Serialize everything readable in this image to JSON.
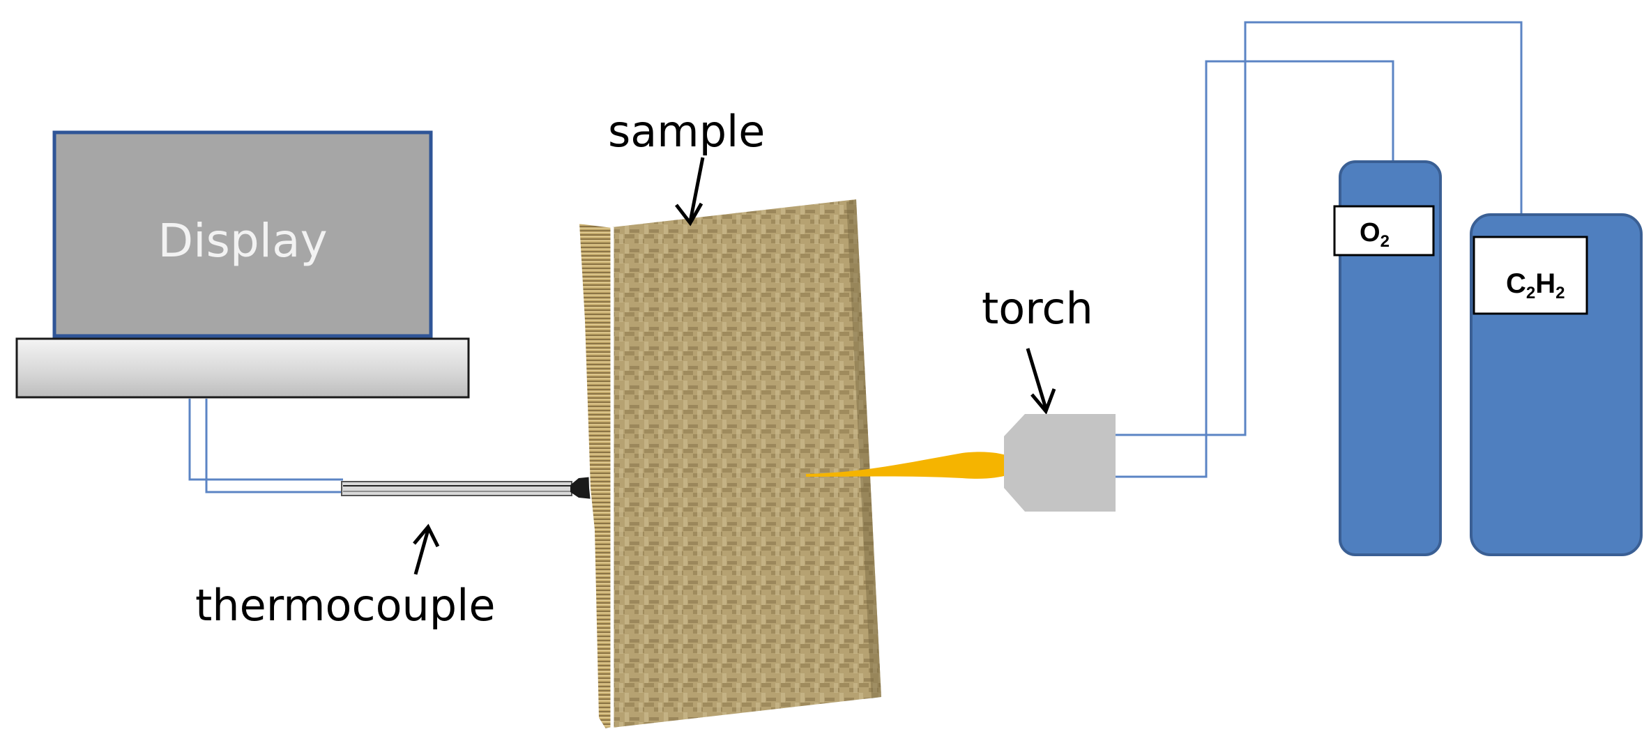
{
  "labels": {
    "display": "Display",
    "sample": "sample",
    "torch": "torch",
    "thermocouple": "thermocouple"
  },
  "gases": {
    "oxygen": {
      "main": "O",
      "sub": "2"
    },
    "acetylene": {
      "c": "C",
      "c_sub": "2",
      "h": "H",
      "h_sub": "2"
    }
  },
  "colors": {
    "tube": "#5b84c4",
    "cylinder_fill": "#4f7fbf",
    "cylinder_stroke": "#3a5f94",
    "display_fill": "#a6a6a6",
    "display_stroke": "#2f5597",
    "flame": "#f5b400",
    "torch": "#c4c4c4",
    "sample_base": "#b09a6a"
  }
}
